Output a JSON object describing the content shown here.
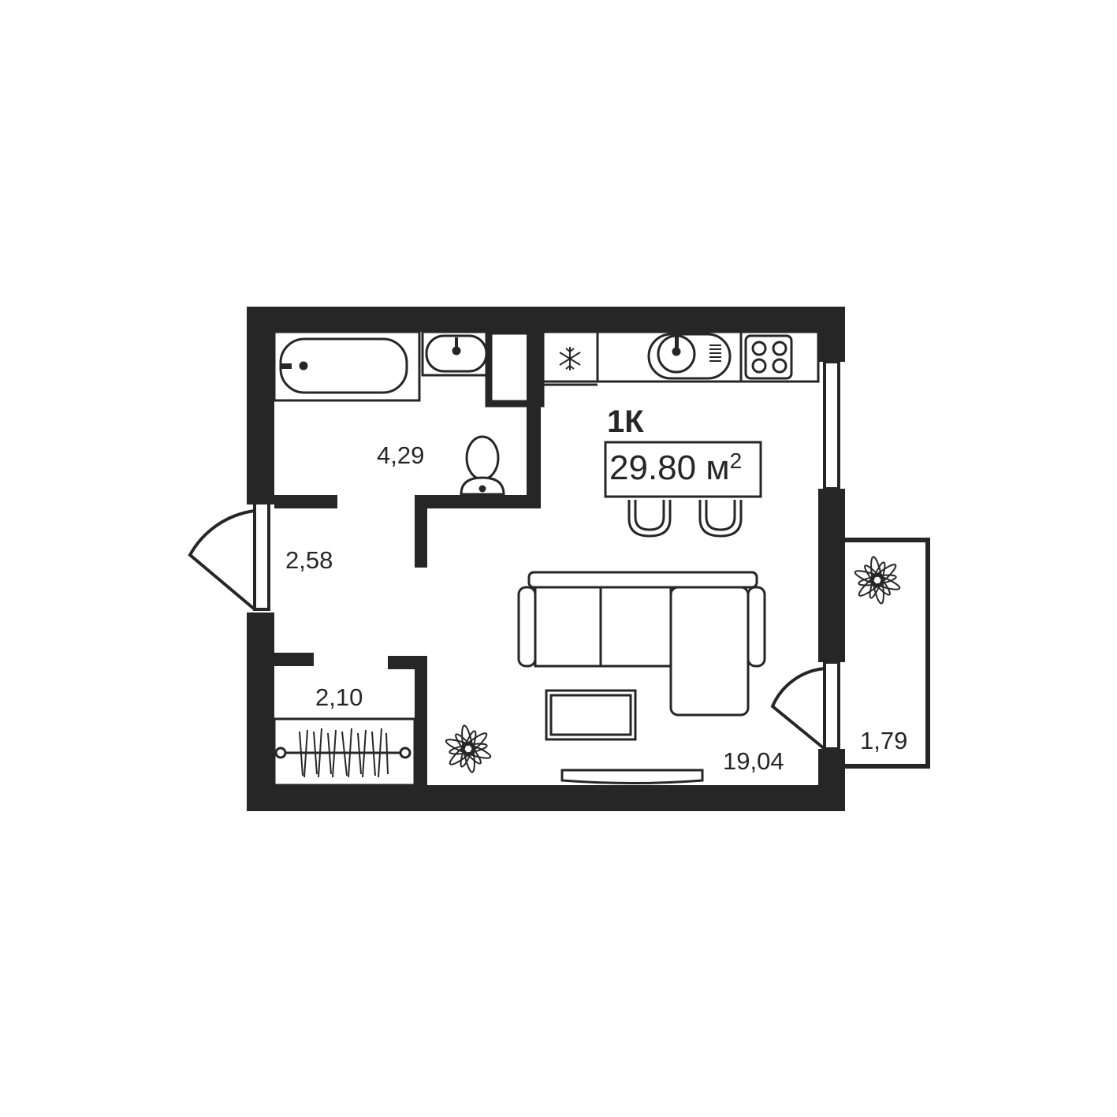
{
  "plan": {
    "apartment_type": "1К",
    "total_area_number": "29.80 м",
    "total_area_exponent": "2",
    "rooms": {
      "bathroom_area": "4,29",
      "hallway_area": "2,58",
      "wardrobe_area": "2,10",
      "living_room_area": "19,04",
      "balcony_area": "1,79"
    }
  },
  "colors": {
    "wall": "#262626",
    "line": "#262626",
    "background": "#ffffff"
  },
  "icons": [
    "snowflake-icon",
    "plant-icon",
    "plant-icon"
  ]
}
